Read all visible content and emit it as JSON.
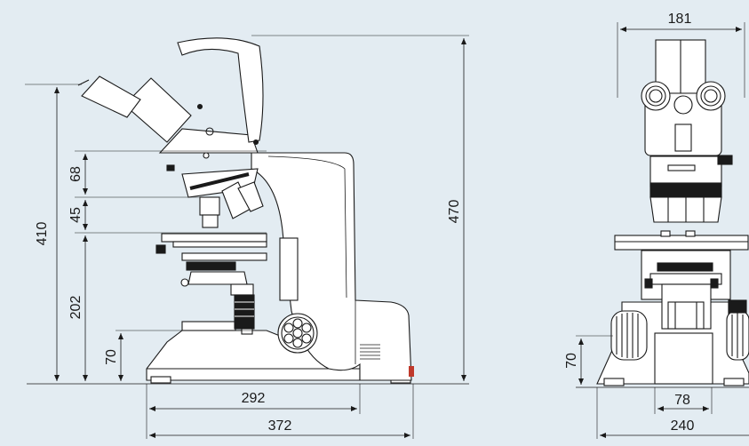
{
  "dimensions": {
    "side_view": {
      "total_height": "470",
      "height_to_eyepiece": "410",
      "upper_arm": "68",
      "nosepiece": "45",
      "stage_height": "202",
      "base_height": "70",
      "depth_292": "292",
      "depth_372": "372"
    },
    "front_view": {
      "head_width": "181",
      "base_height": "70",
      "foot_width": "78",
      "base_width": "240"
    }
  },
  "colors": {
    "background": "#e3ecf2",
    "line": "#1a1a1a",
    "accent_red": "#c0392b"
  }
}
